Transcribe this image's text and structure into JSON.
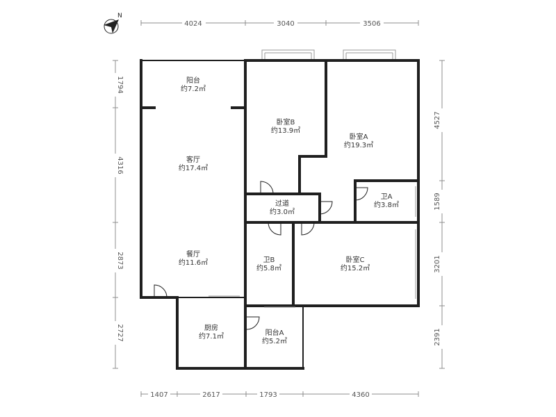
{
  "compass": {
    "label": "N"
  },
  "rooms": [
    {
      "name": "阳台",
      "area": "约7.2㎡"
    },
    {
      "name": "客厅",
      "area": "约17.4㎡"
    },
    {
      "name": "餐厅",
      "area": "约11.6㎡"
    },
    {
      "name": "卧室B",
      "area": "约13.9㎡"
    },
    {
      "name": "卧室A",
      "area": "约19.3㎡"
    },
    {
      "name": "过道",
      "area": "约3.0㎡"
    },
    {
      "name": "卫A",
      "area": "约3.8㎡"
    },
    {
      "name": "卫B",
      "area": "约5.8㎡"
    },
    {
      "name": "卧室C",
      "area": "约15.2㎡"
    },
    {
      "name": "厨房",
      "area": "约7.1㎡"
    },
    {
      "name": "阳台A",
      "area": "约5.2㎡"
    }
  ],
  "dimensions": {
    "top": [
      "4024",
      "3040",
      "3506"
    ],
    "bottom": [
      "1407",
      "2617",
      "1793",
      "4360"
    ],
    "left": [
      "1794",
      "4316",
      "2873",
      "2727"
    ],
    "right": [
      "4527",
      "1589",
      "3201",
      "2391"
    ]
  },
  "colors": {
    "wall": "#1f1f1f",
    "dimension": "#8c8c8c",
    "window": "#9a9a9a"
  }
}
